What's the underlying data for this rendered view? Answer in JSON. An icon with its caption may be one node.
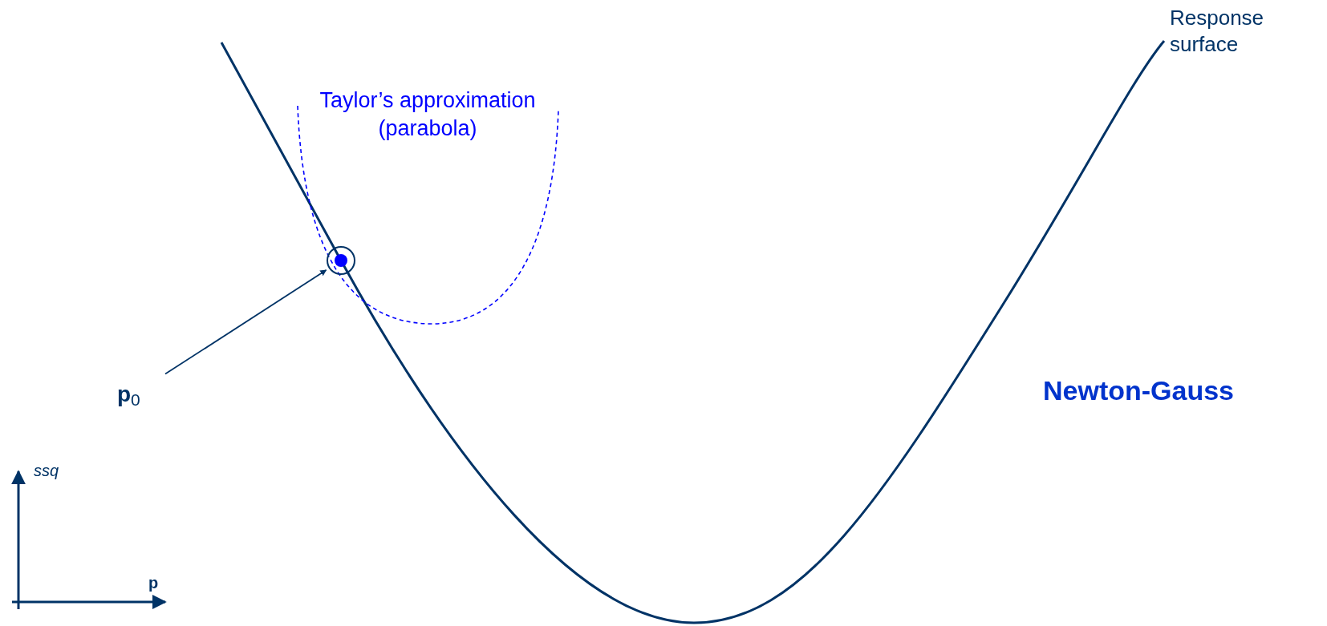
{
  "diagram": {
    "nodes": [
      {
        "text": [
          "**p**$_{0}$"
        ]
      },
      {
        "text": [],
        "shape": "circle"
      }
    ],
    "edges": [
      {
        "from": 0,
        "to": 1,
        "arrow": "to"
      }
    ],
    "labels": [
      "Response surface",
      "Taylor’s approximation (parabola)",
      "Newton-Gauss",
      "ssq",
      "p"
    ]
  }
}
